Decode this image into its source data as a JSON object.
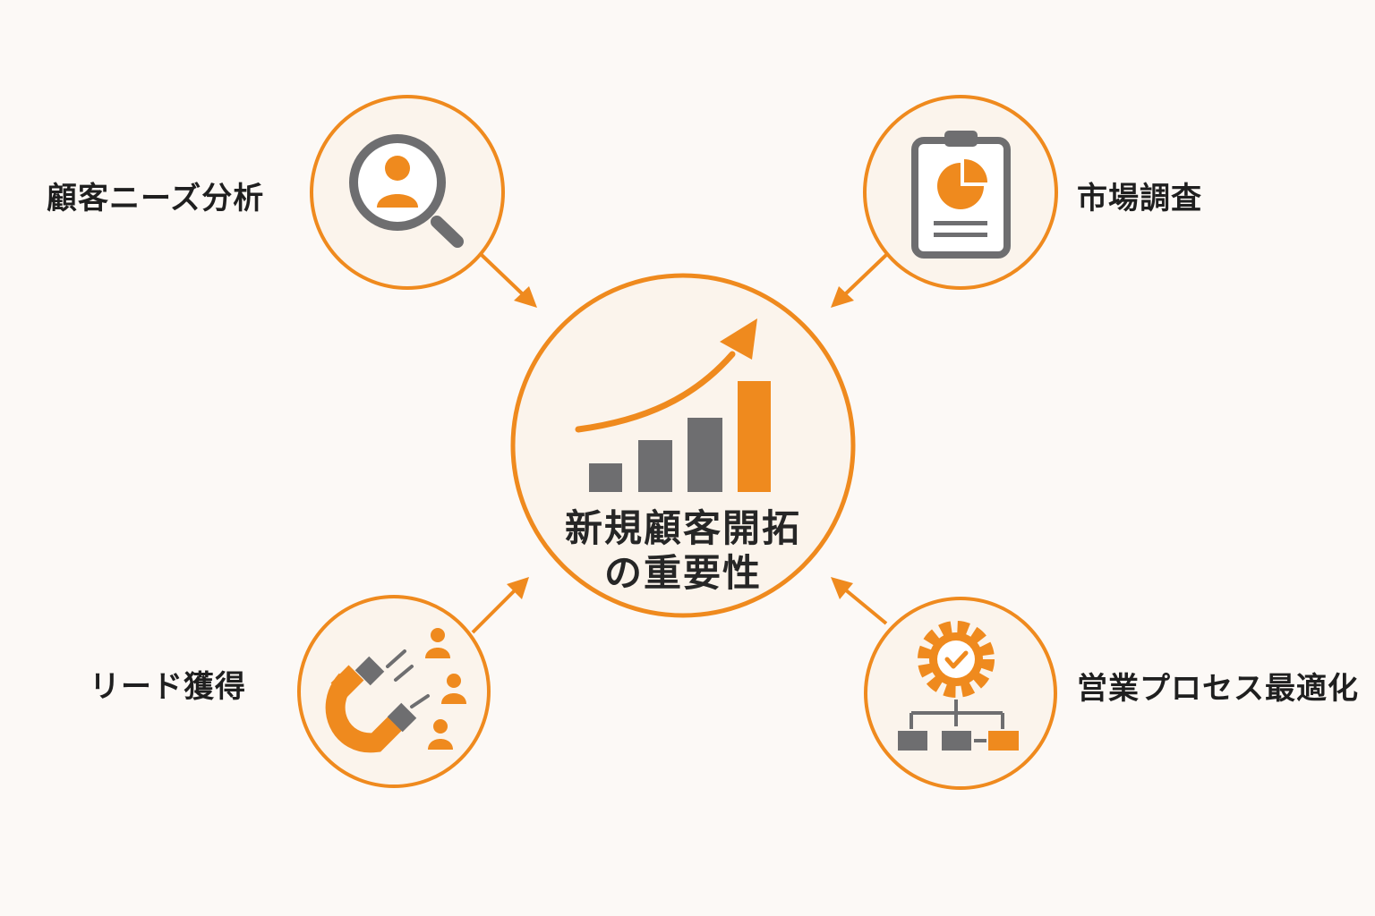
{
  "center": {
    "title_line1": "新規顧客開拓",
    "title_line2": "の重要性",
    "icon": "growth-chart-icon"
  },
  "nodes": [
    {
      "id": "customer-needs",
      "label": "顧客ニーズ分析",
      "icon": "magnifier-user-icon"
    },
    {
      "id": "market-research",
      "label": "市場調査",
      "icon": "clipboard-pie-chart-icon"
    },
    {
      "id": "lead-acquisition",
      "label": "リード獲得",
      "icon": "magnet-people-icon"
    },
    {
      "id": "sales-process",
      "label": "営業プロセス最適化",
      "icon": "gear-flowchart-icon"
    }
  ],
  "colors": {
    "accent": "#ef8a1e",
    "gray": "#6e6e70",
    "circle_fill": "#fbf4ec",
    "background": "#fcf9f6",
    "text": "#1f1f1f"
  }
}
